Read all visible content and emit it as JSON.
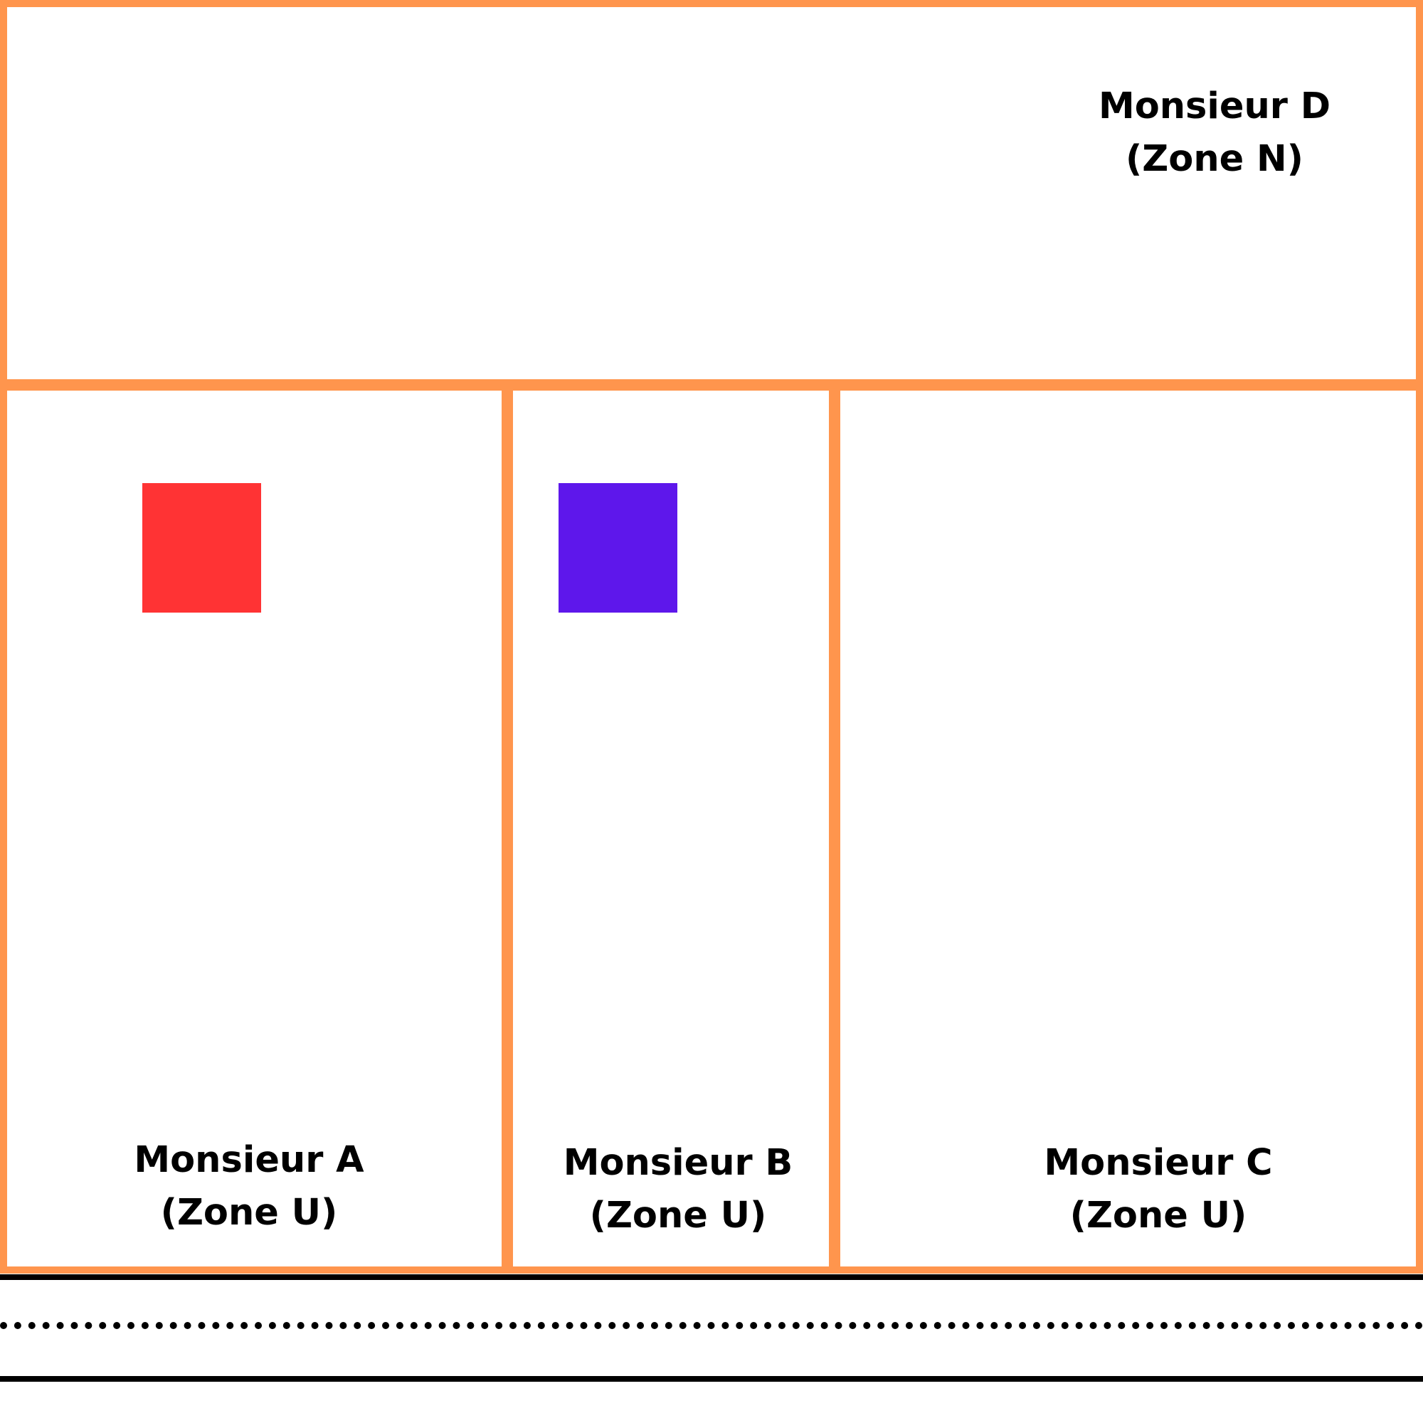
{
  "parcels": {
    "d": {
      "name": "Monsieur D",
      "zone": "(Zone N)"
    },
    "a": {
      "name": "Monsieur A",
      "zone": "(Zone U)"
    },
    "b": {
      "name": "Monsieur B",
      "zone": "(Zone U)"
    },
    "c": {
      "name": "Monsieur C",
      "zone": "(Zone U)"
    }
  },
  "colors": {
    "parcel_border": "#ff954d",
    "building_a": "#ff3334",
    "building_b": "#5e17eb",
    "road": "#000000"
  }
}
